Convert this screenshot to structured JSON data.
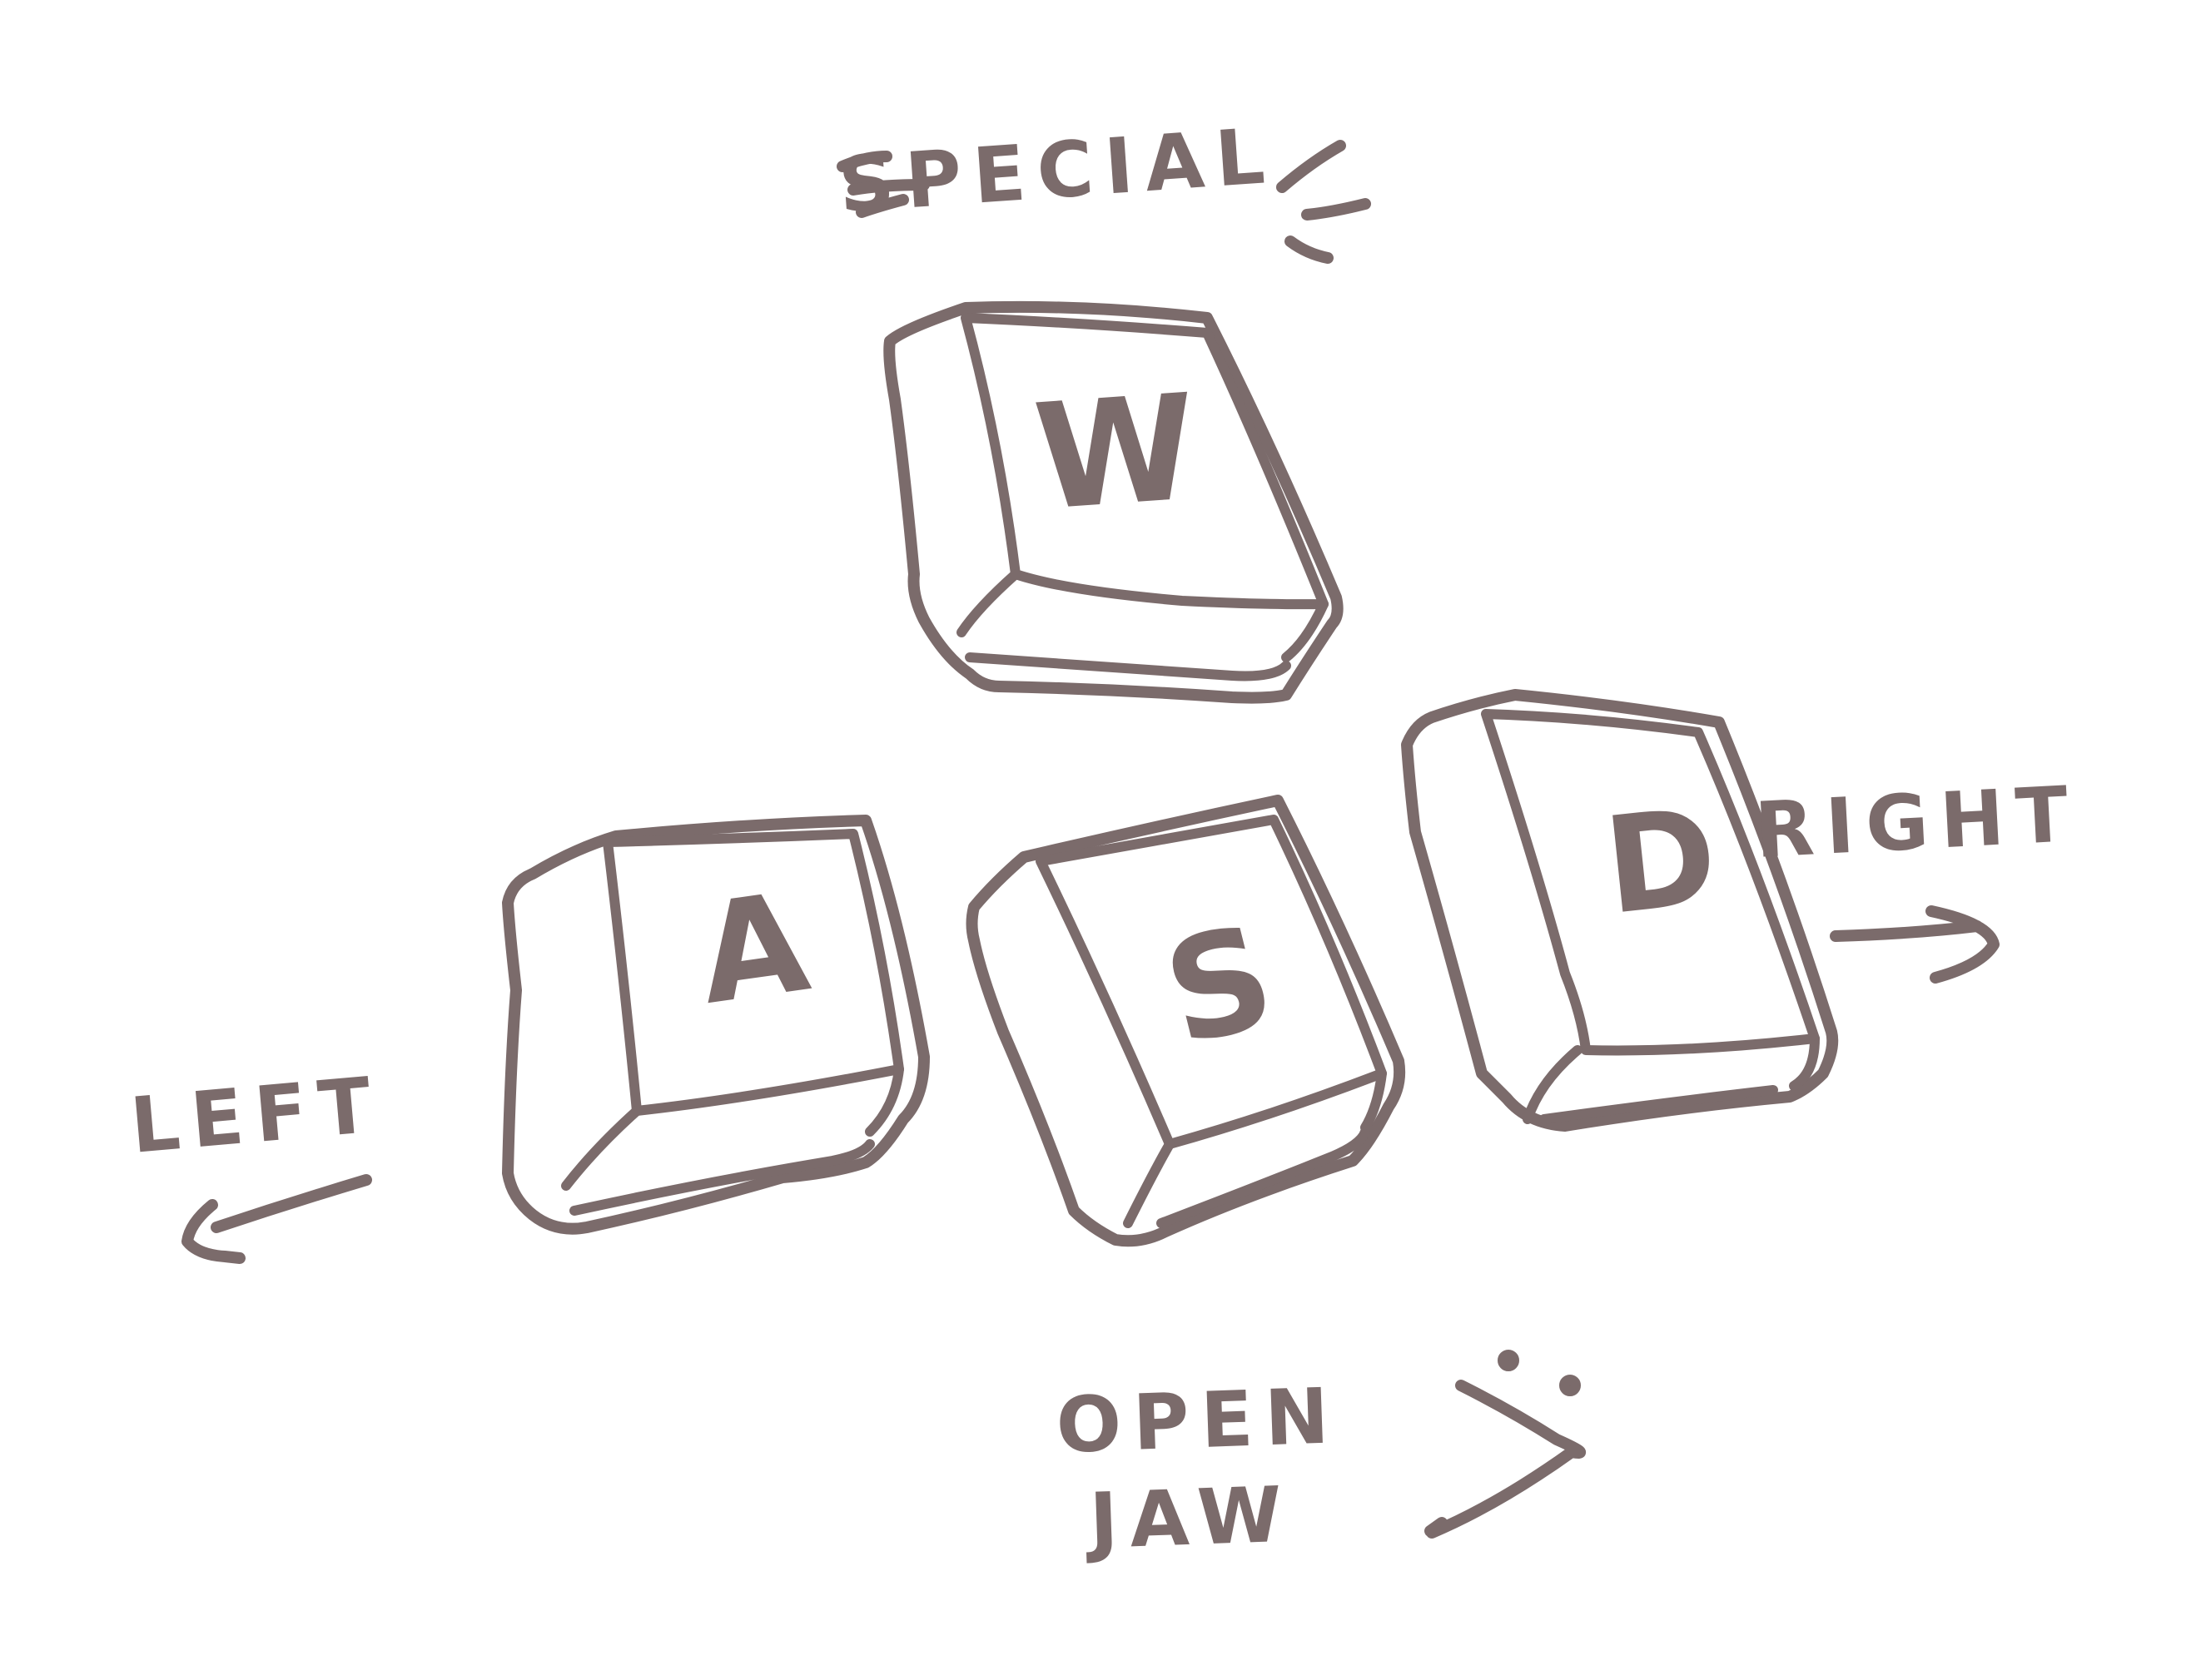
{
  "colors": {
    "ink": "#7b6b6b",
    "background": "#ffffff"
  },
  "keys": {
    "w": {
      "letter": "W",
      "label": "SPECIAL"
    },
    "a": {
      "letter": "A",
      "label": "LEFT"
    },
    "s": {
      "letter": "S",
      "label_line1": "OPEN",
      "label_line2": "JAW"
    },
    "d": {
      "letter": "D",
      "label": "RIGHT"
    }
  },
  "icons": {
    "special": "spark-icon",
    "left": "arrow-left-icon",
    "right": "arrow-right-icon",
    "open_jaw": "open-jaw-chevron-icon"
  }
}
